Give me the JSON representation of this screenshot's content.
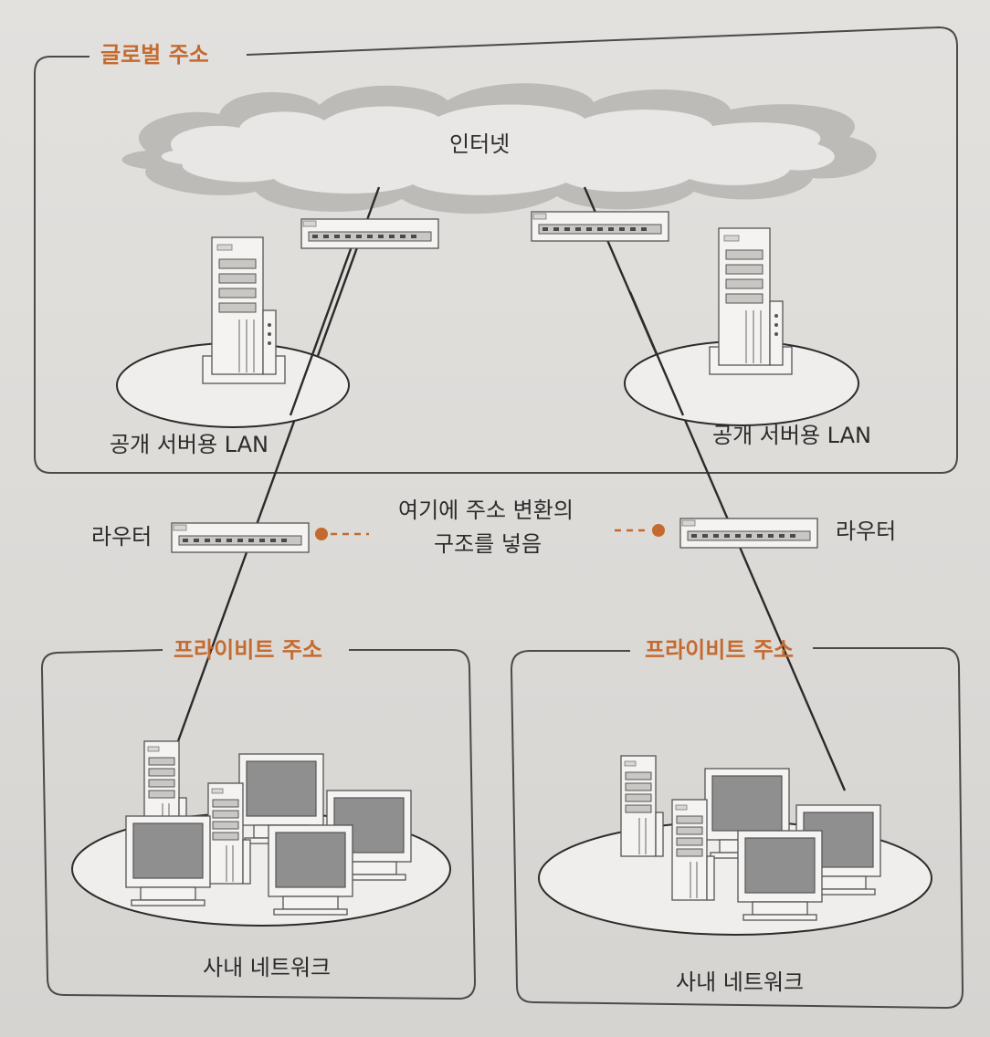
{
  "regions": {
    "global_label": "글로벌 주소",
    "private_left_label": "프라이비트 주소",
    "private_right_label": "프라이비트 주소"
  },
  "nodes": {
    "internet_label": "인터넷",
    "public_lan_left_label": "공개 서버용 LAN",
    "public_lan_right_label": "공개 서버용 LAN",
    "router_left_label": "라우터",
    "router_right_label": "라우터",
    "intranet_left_label": "사내 네트워크",
    "intranet_right_label": "사내 네트워크"
  },
  "annotation": {
    "line1": "여기에 주소 변환의",
    "line2": "구조를 넣음"
  },
  "colors": {
    "accent": "#c56a2f",
    "line": "#2b2b2b",
    "background": "#dddbd8"
  }
}
